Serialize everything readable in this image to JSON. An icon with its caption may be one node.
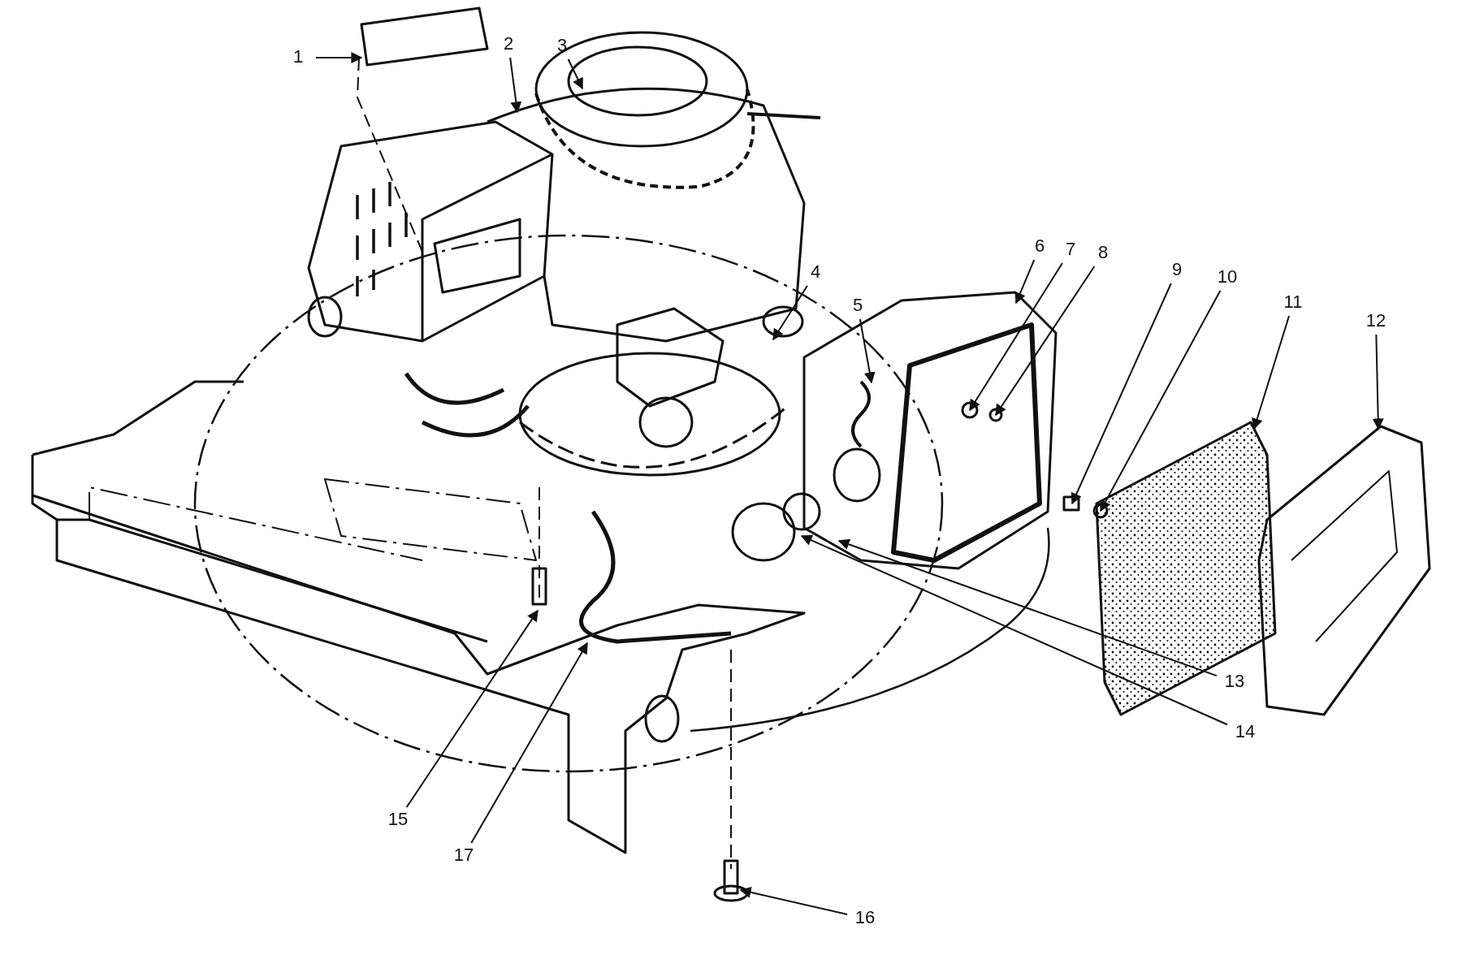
{
  "diagram": {
    "nodes": [
      {
        "text": [
          "1"
        ]
      },
      {
        "text": [
          "2"
        ]
      },
      {
        "text": [
          "3"
        ]
      },
      {
        "text": [
          "4"
        ]
      },
      {
        "text": [
          "5"
        ]
      },
      {
        "text": [
          "6"
        ]
      },
      {
        "text": [
          "7"
        ]
      },
      {
        "text": [
          "8"
        ]
      },
      {
        "text": [
          "9"
        ]
      },
      {
        "text": [
          "10"
        ]
      },
      {
        "text": [
          "11"
        ]
      },
      {
        "text": [
          "12"
        ]
      },
      {
        "text": [
          "13"
        ]
      },
      {
        "text": [
          "14"
        ]
      },
      {
        "text": [
          "15"
        ]
      },
      {
        "text": [
          "16"
        ]
      },
      {
        "text": [
          "17"
        ]
      }
    ],
    "edges": [
      {
        "from": 0,
        "to": null,
        "arrow": "to"
      },
      {
        "from": 1,
        "to": null,
        "arrow": "to"
      },
      {
        "from": 2,
        "to": null,
        "arrow": "to"
      },
      {
        "from": 3,
        "to": null,
        "arrow": "to"
      },
      {
        "from": 4,
        "to": null,
        "arrow": "to"
      },
      {
        "from": 5,
        "to": null,
        "arrow": "to"
      },
      {
        "from": 6,
        "to": null,
        "arrow": "to"
      },
      {
        "from": 7,
        "to": null,
        "arrow": "to"
      },
      {
        "from": 8,
        "to": null,
        "arrow": "to"
      },
      {
        "from": 9,
        "to": null,
        "arrow": "to"
      },
      {
        "from": 10,
        "to": null,
        "arrow": "to"
      },
      {
        "from": 11,
        "to": null,
        "arrow": "to"
      },
      {
        "from": 12,
        "to": null,
        "arrow": "to"
      },
      {
        "from": 13,
        "to": null,
        "arrow": "to"
      },
      {
        "from": 14,
        "to": null,
        "arrow": "to"
      },
      {
        "from": 15,
        "to": null,
        "arrow": "to"
      },
      {
        "from": 16,
        "to": null,
        "arrow": "to"
      }
    ]
  }
}
